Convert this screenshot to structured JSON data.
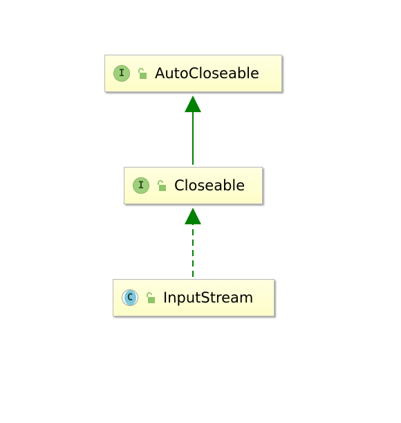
{
  "diagram": {
    "nodes": [
      {
        "id": "autocloseable",
        "kind": "interface",
        "kind_letter": "I",
        "label": "AutoCloseable"
      },
      {
        "id": "closeable",
        "kind": "interface",
        "kind_letter": "I",
        "label": "Closeable"
      },
      {
        "id": "inputstream",
        "kind": "class",
        "kind_letter": "C",
        "label": "InputStream"
      }
    ],
    "edges": [
      {
        "from": "closeable",
        "to": "autocloseable",
        "style": "solid",
        "relation": "extends"
      },
      {
        "from": "inputstream",
        "to": "closeable",
        "style": "dashed",
        "relation": "implements"
      }
    ],
    "colors": {
      "edge": "#008000",
      "node_fill": "#ffffe0",
      "interface_icon": "#9fcf7c",
      "class_icon": "#7ec8d8",
      "lock_icon": "#8fc46a"
    }
  }
}
